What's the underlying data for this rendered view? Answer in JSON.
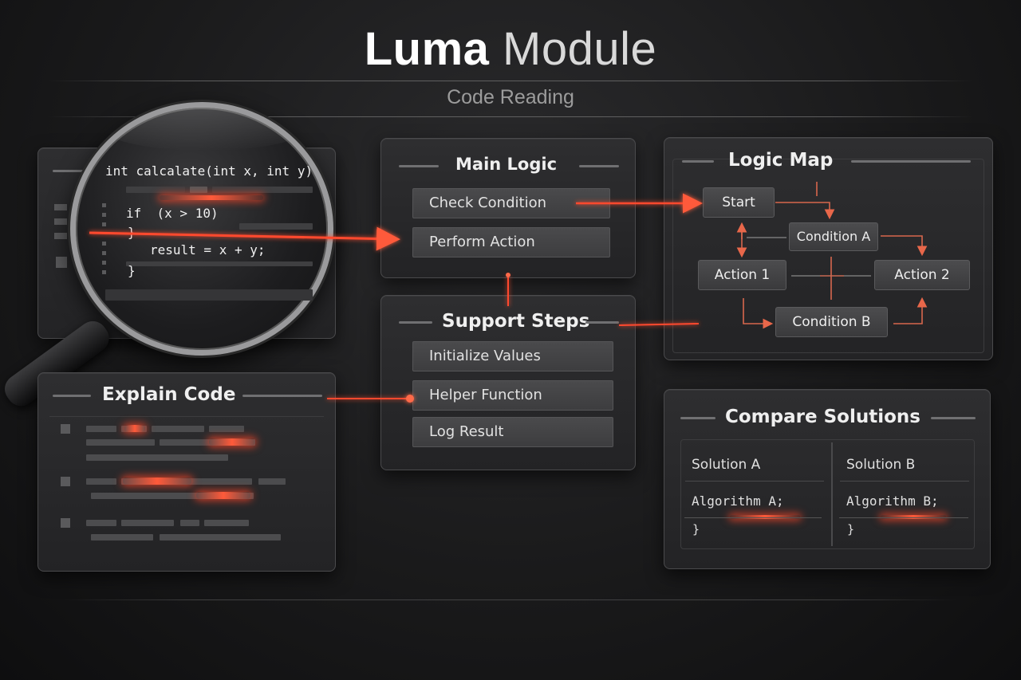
{
  "header": {
    "title_bold": "Luma",
    "title_rest": "Module",
    "subtitle": "Code Reading"
  },
  "code_view": {
    "signature": "int calcalate(int x, int y)",
    "lines": [
      "if  (x > 10)",
      "}",
      "result = x + y;",
      "}"
    ]
  },
  "main_logic": {
    "title": "Main Logic",
    "steps": [
      "Check Condition",
      "Perform Action"
    ]
  },
  "support_steps": {
    "title": "Support Steps",
    "steps": [
      "Initialize Values",
      "Helper Function",
      "Log Result"
    ]
  },
  "logic_map": {
    "title": "Logic Map",
    "nodes": [
      "Start",
      "Condition A",
      "Action 1",
      "Action 2",
      "Condition B"
    ]
  },
  "explain_code": {
    "title": "Explain Code"
  },
  "compare": {
    "title": "Compare Solutions",
    "columns": [
      {
        "header": "Solution A",
        "code": "Algorithm A;",
        "close": "}"
      },
      {
        "header": "Solution B",
        "code": "Algorithm B;",
        "close": "}"
      }
    ]
  },
  "colors": {
    "accent": "#ff4a2e",
    "background": "#1a1a1b",
    "panel": "#2a2a2c"
  },
  "icons": [
    "magnifier-icon"
  ]
}
